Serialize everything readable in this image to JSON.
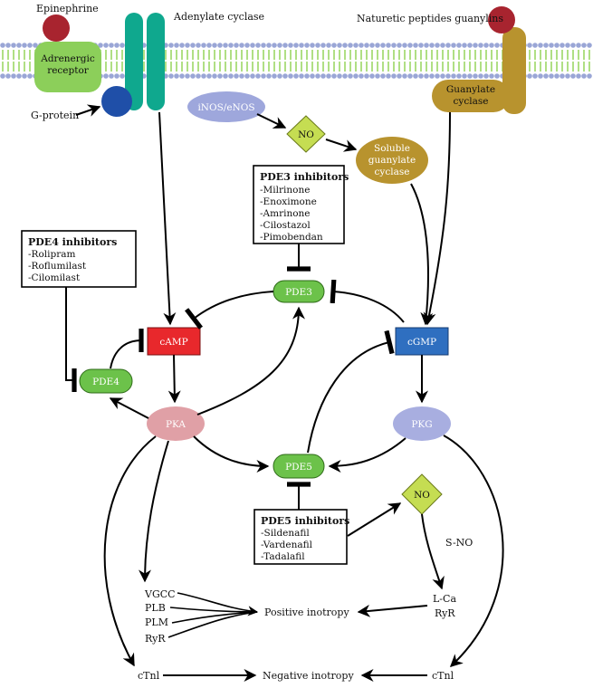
{
  "membrane": {
    "epinephrine": "Epinephrine",
    "adrenergic_receptor": [
      "Adrenergic",
      "receptor"
    ],
    "g_protein": "G-protein",
    "adenylate_cyclase": "Adenylate cyclase",
    "natriuretic": "Naturetic peptides guanylins",
    "guanylate_cyclase": [
      "Guanylate",
      "cyclase"
    ]
  },
  "nodes": {
    "inos": "iNOS/eNOS",
    "no_top": "NO",
    "soluble_gc": [
      "Soluble",
      "guanylate",
      "cyclase"
    ],
    "pde3": "PDE3",
    "pde4": "PDE4",
    "pde5": "PDE5",
    "camp": "cAMP",
    "cgmp": "cGMP",
    "pka": "PKA",
    "pkg": "PKG",
    "no_bottom": "NO",
    "s_no": "S-NO"
  },
  "inhibitor_boxes": {
    "pde3": {
      "title": "PDE3 inhibitors",
      "items": [
        "-Milrinone",
        "-Enoximone",
        "-Amrinone",
        "-Cilostazol",
        "-Pimobendan"
      ]
    },
    "pde4": {
      "title": "PDE4 inhibitors",
      "items": [
        "-Rolipram",
        "-Roflumilast",
        "-Cilomilast"
      ]
    },
    "pde5": {
      "title": "PDE5 inhibitors",
      "items": [
        "-Sildenafil",
        "-Vardenafil",
        "-Tadalafil"
      ]
    }
  },
  "targets_left": [
    "VGCC",
    "PLB",
    "PLM",
    "RyR"
  ],
  "targets_right": [
    "L-Ca",
    "RyR"
  ],
  "ctnl_left": "cTnl",
  "ctnl_right": "cTnl",
  "outcomes": {
    "positive": "Positive inotropy",
    "negative": "Negative inotropy"
  },
  "colors": {
    "membrane_green": "#8fd14f",
    "membrane_head": "#9aa6d6",
    "receptor_green": "#8ccf5a",
    "ligand_red": "#a8242f",
    "g_protein_blue": "#1f4fa8",
    "adenylate_teal": "#0fa88e",
    "guanylate_gold": "#b8932e",
    "inos_lavender": "#9ea7dc",
    "no_yellowgreen": "#c5dd52",
    "pde_green": "#6cc24a",
    "camp_red": "#e8282c",
    "cgmp_blue": "#2f6fc0",
    "pka_pink": "#e0a0a6",
    "pkg_lavender": "#a8aee0"
  }
}
